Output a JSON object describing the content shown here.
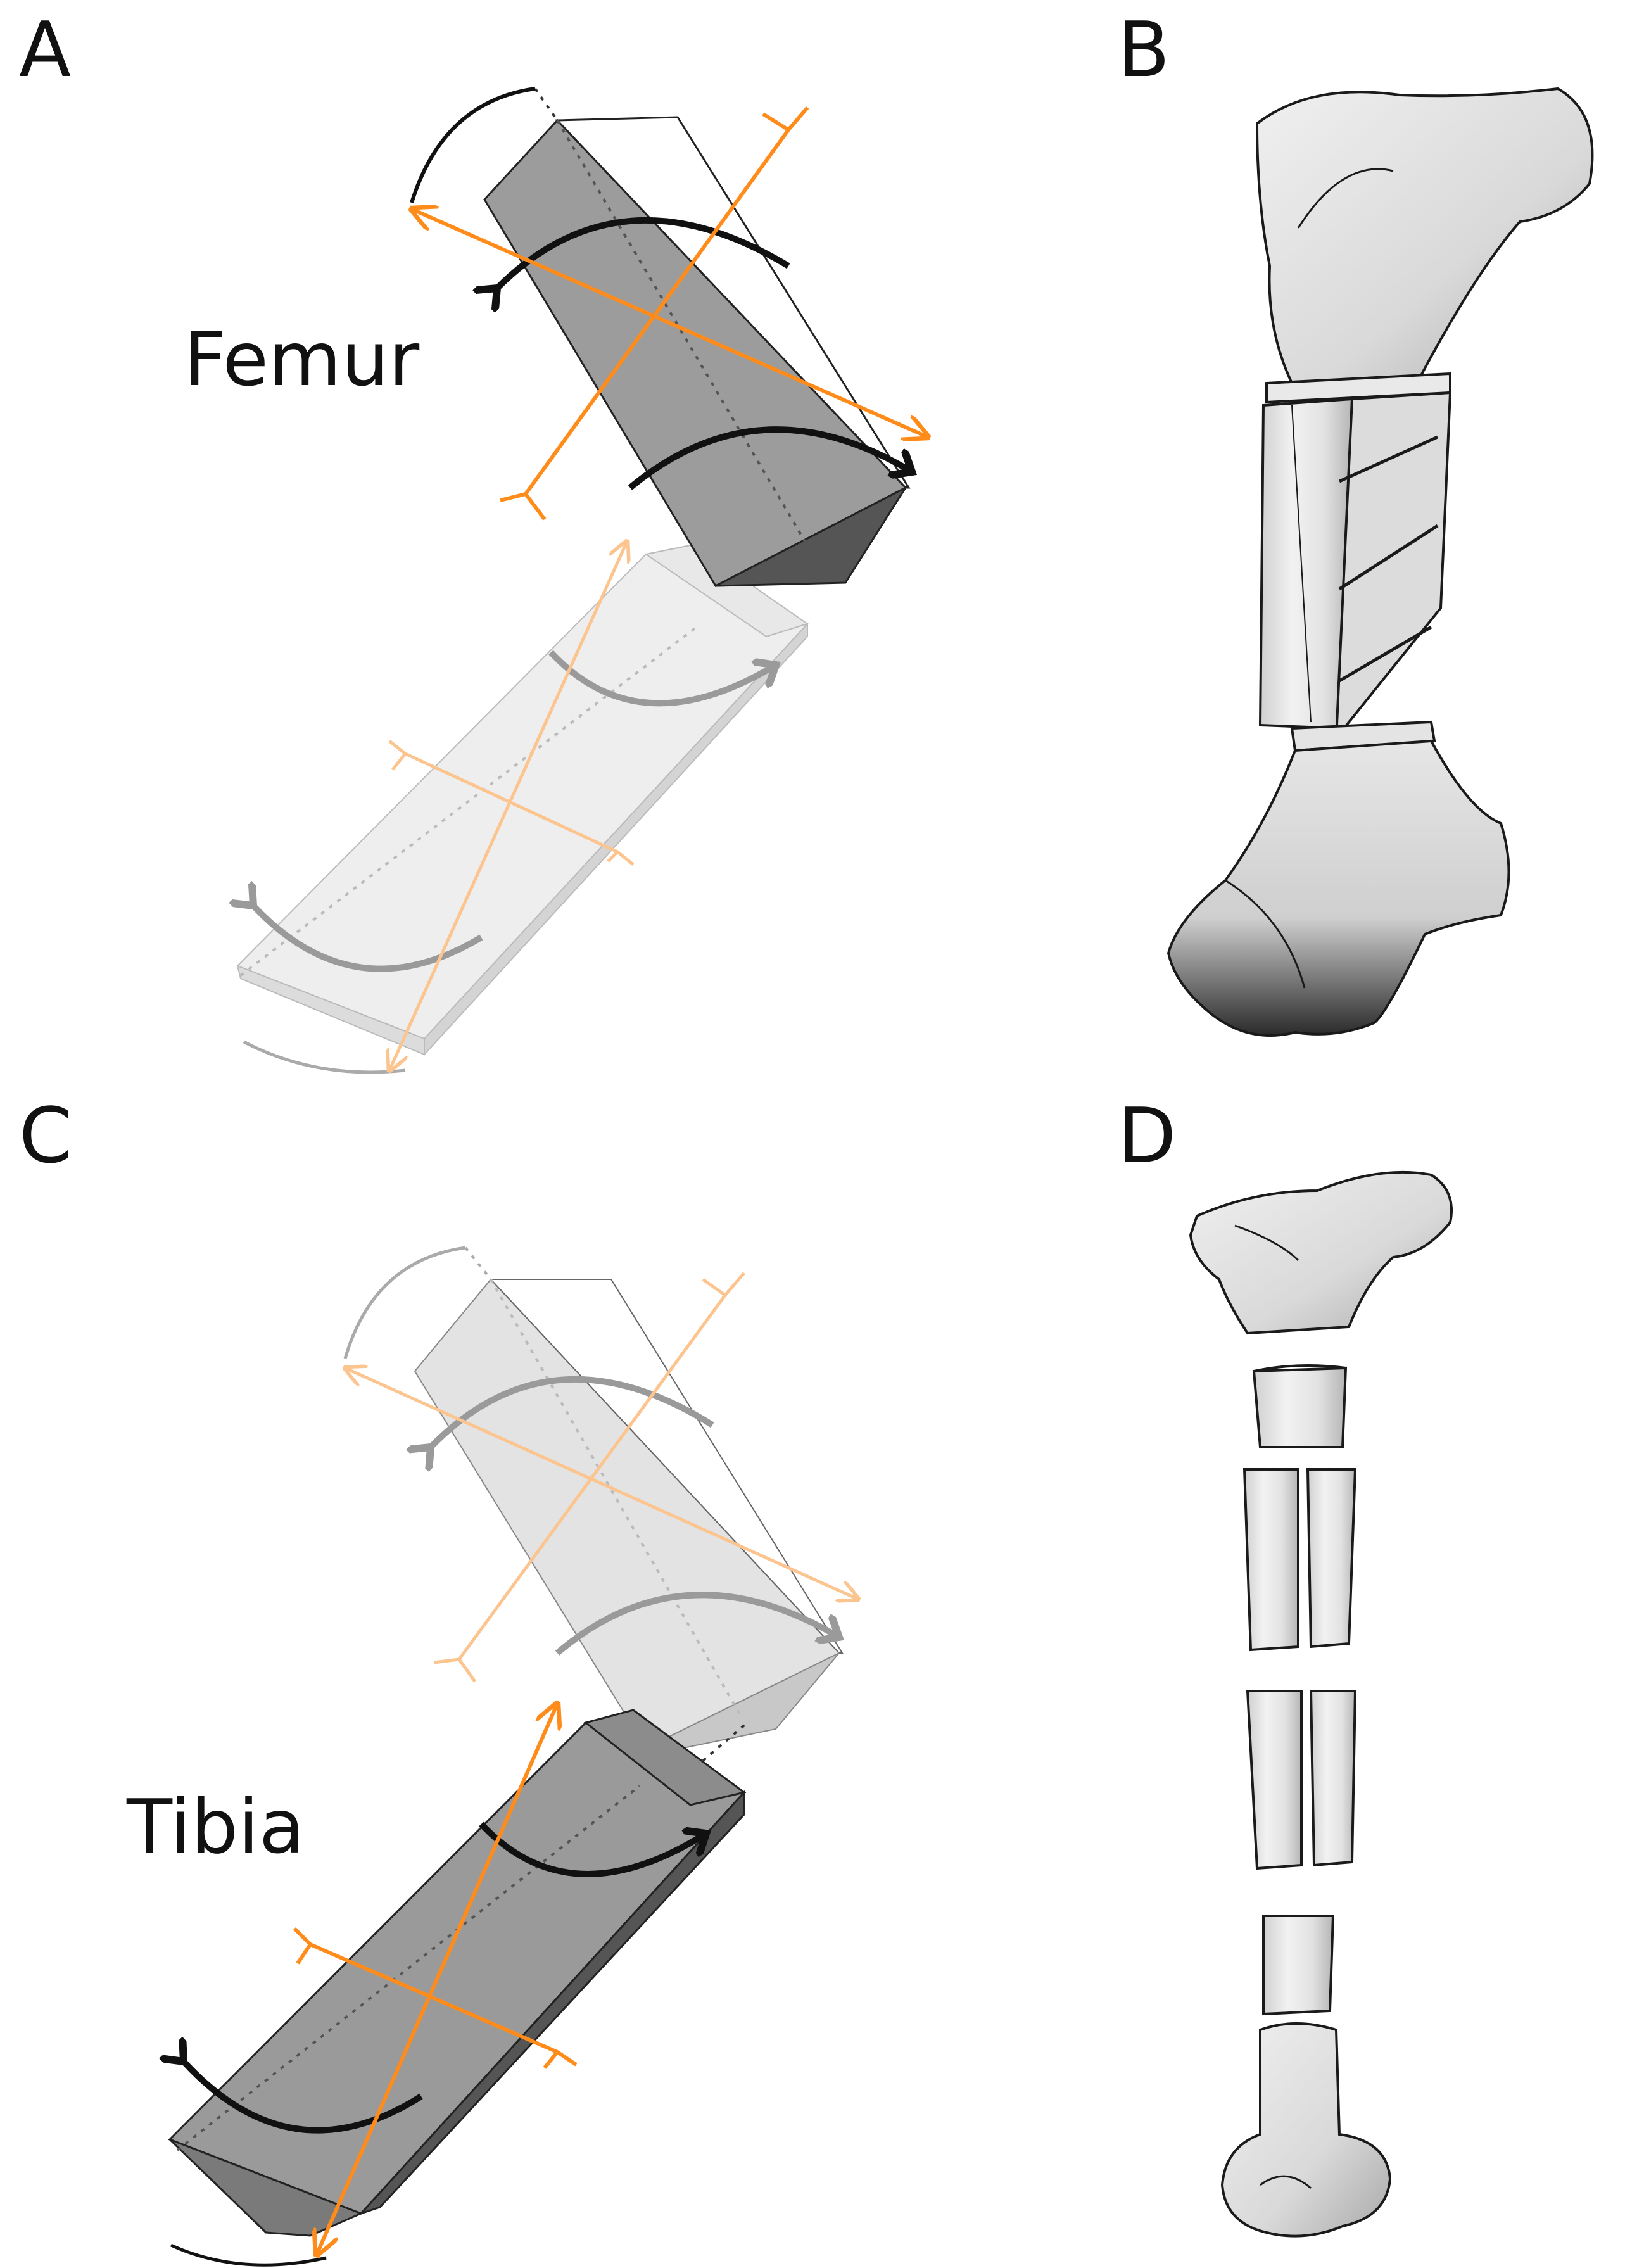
{
  "figure": {
    "panels": [
      {
        "letter": "A",
        "bone": "Femur"
      },
      {
        "letter": "B"
      },
      {
        "letter": "C",
        "bone": "Tibia"
      },
      {
        "letter": "D"
      }
    ],
    "colors": {
      "axis_active": "#ff8c1a",
      "axis_faded": "#fcc48e",
      "segment_active_face": "#9c9c9c",
      "segment_active_end": "#555555",
      "segment_faded_face": "#dddddd",
      "segment_faded_end": "#c8c8c8",
      "rotation_arc_active": "#111111",
      "rotation_arc_faded": "#9a9a9a",
      "bone_surface": "#e6e6e6",
      "bone_outline": "#1a1a1a"
    },
    "icons": [
      "femur-segment-prism",
      "tibia-segment-prism",
      "femur-3d-model",
      "tibia-3d-model"
    ]
  }
}
